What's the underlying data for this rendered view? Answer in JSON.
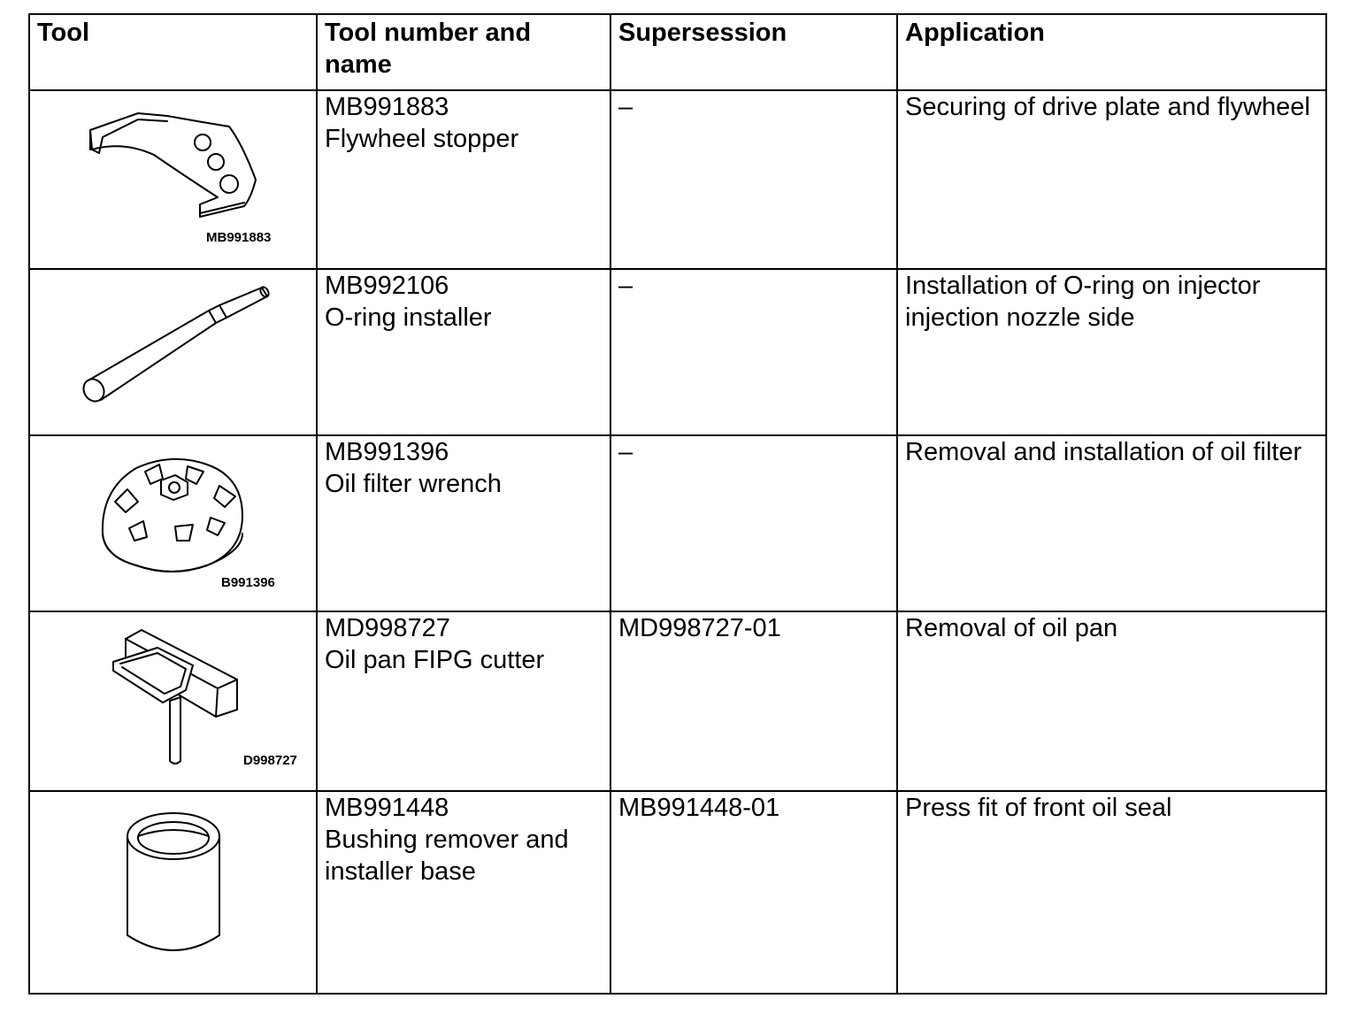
{
  "headers": {
    "tool": "Tool",
    "tool_number_and_name": "Tool number and name",
    "supersession": "Supersession",
    "application": "Application"
  },
  "rows": [
    {
      "figure_icon": "flywheel-stopper-drawing",
      "figure_label": "MB991883",
      "tool_number": "MB991883",
      "tool_name": "Flywheel stopper",
      "supersession": "–",
      "application": "Securing of drive plate and flywheel"
    },
    {
      "figure_icon": "o-ring-installer-drawing",
      "figure_label": "",
      "tool_number": "MB992106",
      "tool_name": "O-ring installer",
      "supersession": "–",
      "application": "Installation of O-ring on injector injection nozzle side"
    },
    {
      "figure_icon": "oil-filter-wrench-drawing",
      "figure_label": "B991396",
      "tool_number": "MB991396",
      "tool_name": "Oil filter wrench",
      "supersession": "–",
      "application": "Removal and installation of oil filter"
    },
    {
      "figure_icon": "oil-pan-fipg-cutter-drawing",
      "figure_label": "D998727",
      "tool_number": "MD998727",
      "tool_name": "Oil pan FIPG cutter",
      "supersession": "MD998727-01",
      "application": "Removal of oil pan"
    },
    {
      "figure_icon": "bushing-remover-base-drawing",
      "figure_label": "",
      "tool_number": "MB991448",
      "tool_name": "Bushing remover and installer base",
      "supersession": "MB991448-01",
      "application": "Press fit of front oil seal"
    }
  ]
}
